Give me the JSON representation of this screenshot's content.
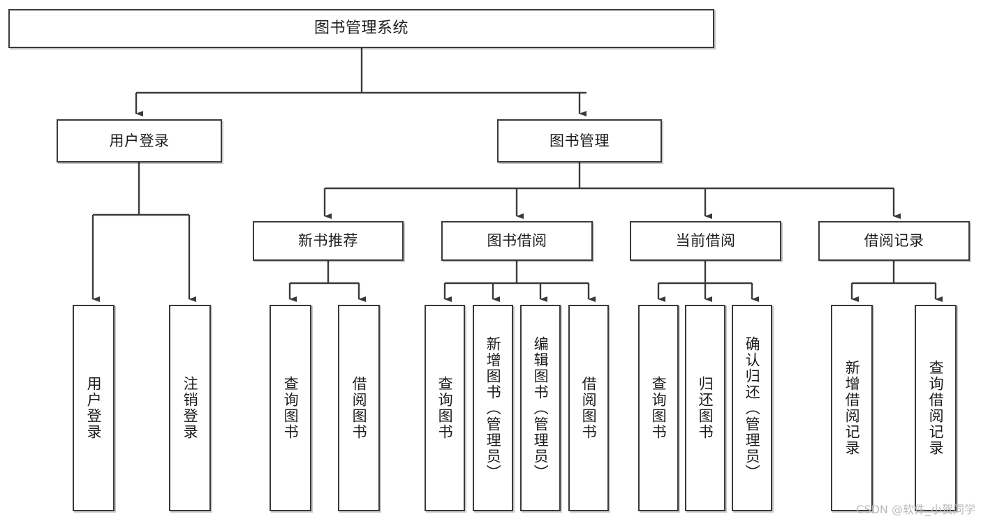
{
  "diagram": {
    "title": "图书管理系统",
    "watermark": "CSDN @软件_小贺同学",
    "stroke_color": "#3a3a3a",
    "background_color": "#ffffff",
    "text_color": "#1c1c1c",
    "levels": {
      "root": "图书管理系统",
      "level2": [
        "用户登录",
        "图书管理"
      ],
      "level3": [
        "新书推荐",
        "图书借阅",
        "当前借阅",
        "借阅记录"
      ]
    },
    "nodes": {
      "root": {
        "label": "图书管理系统",
        "orientation": "horizontal"
      },
      "user_login": {
        "label": "用户登录",
        "orientation": "horizontal"
      },
      "book_manage": {
        "label": "图书管理",
        "orientation": "horizontal"
      },
      "new_book_rec": {
        "label": "新书推荐",
        "orientation": "horizontal"
      },
      "book_borrow": {
        "label": "图书借阅",
        "orientation": "horizontal"
      },
      "current_borrow": {
        "label": "当前借阅",
        "orientation": "horizontal"
      },
      "borrow_record": {
        "label": "借阅记录",
        "orientation": "horizontal"
      },
      "leaf_user_login": {
        "label": "用户登录",
        "orientation": "vertical"
      },
      "leaf_user_logout": {
        "label": "注销登录",
        "orientation": "vertical"
      },
      "leaf_rec_query": {
        "label": "查询图书",
        "orientation": "vertical"
      },
      "leaf_rec_borrow": {
        "label": "借阅图书",
        "orientation": "vertical"
      },
      "leaf_borrow_query": {
        "label": "查询图书",
        "orientation": "vertical"
      },
      "leaf_borrow_add": {
        "label": "新增图书（管理员）",
        "orientation": "vertical"
      },
      "leaf_borrow_edit": {
        "label": "编辑图书（管理员）",
        "orientation": "vertical"
      },
      "leaf_borrow_lend": {
        "label": "借阅图书",
        "orientation": "vertical"
      },
      "leaf_cur_query": {
        "label": "查询图书",
        "orientation": "vertical"
      },
      "leaf_cur_return": {
        "label": "归还图书",
        "orientation": "vertical"
      },
      "leaf_cur_confirm": {
        "label": "确认归还（管理员）",
        "orientation": "vertical"
      },
      "leaf_rec_add": {
        "label": "新增借阅记录",
        "orientation": "vertical"
      },
      "leaf_rec_search": {
        "label": "查询借阅记录",
        "orientation": "vertical"
      }
    }
  }
}
